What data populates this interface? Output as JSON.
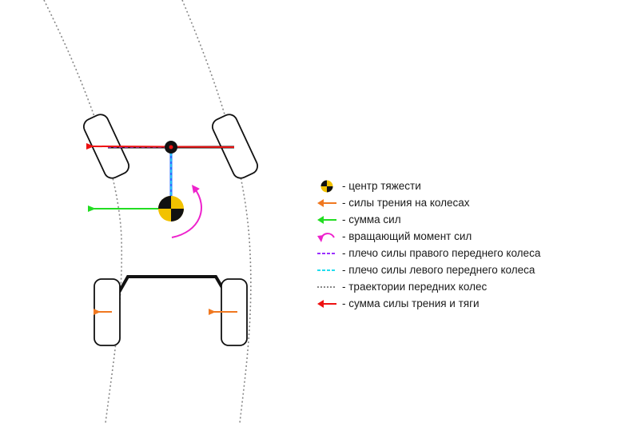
{
  "legend": [
    {
      "icon": "center-of-gravity-icon",
      "text": "- центр тяжести",
      "color": "#f2c200"
    },
    {
      "icon": "friction-force-arrow-icon",
      "text": "- силы трения на колесах",
      "color": "#f07820"
    },
    {
      "icon": "sum-force-arrow-icon",
      "text": "- сумма сил",
      "color": "#22dd22"
    },
    {
      "icon": "rotation-moment-icon",
      "text": "- вращающий момент сил",
      "color": "#ee22cc"
    },
    {
      "icon": "right-wheel-lever-line-icon",
      "text": "- плечо силы правого переднего колеса",
      "color": "#9b30ff"
    },
    {
      "icon": "left-wheel-lever-line-icon",
      "text": "- плечо силы левого переднего колеса",
      "color": "#22ddee"
    },
    {
      "icon": "trajectory-line-icon",
      "text": "- траектории передних колес",
      "color": "#888888"
    },
    {
      "icon": "friction-traction-sum-arrow-icon",
      "text": "- сумма силы трения и тяги",
      "color": "#ee1111"
    }
  ]
}
